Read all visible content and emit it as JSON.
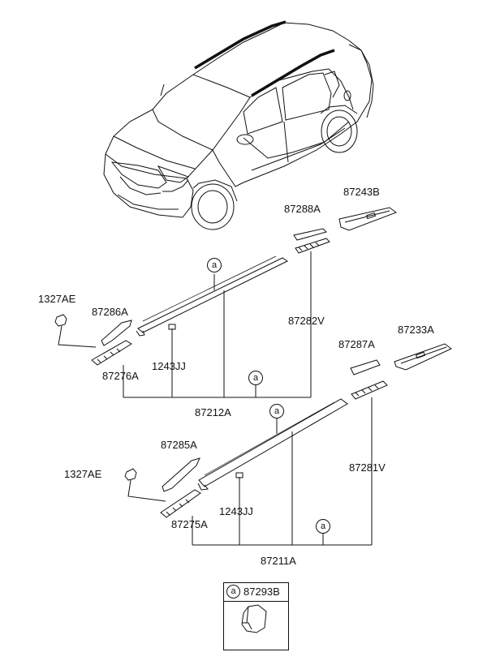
{
  "labels": {
    "p87243B": "87243B",
    "p87288A": "87288A",
    "p1327AE_top": "1327AE",
    "p87286A": "87286A",
    "p87282V": "87282V",
    "p87276A": "87276A",
    "p1243JJ_top": "1243JJ",
    "p87212A": "87212A",
    "p87287A": "87287A",
    "p87233A": "87233A",
    "p87285A": "87285A",
    "p1327AE_bottom": "1327AE",
    "p87281V": "87281V",
    "p1243JJ_bottom": "1243JJ",
    "p87275A": "87275A",
    "p87211A": "87211A",
    "p87293B": "87293B"
  },
  "refs": {
    "a": "a"
  }
}
